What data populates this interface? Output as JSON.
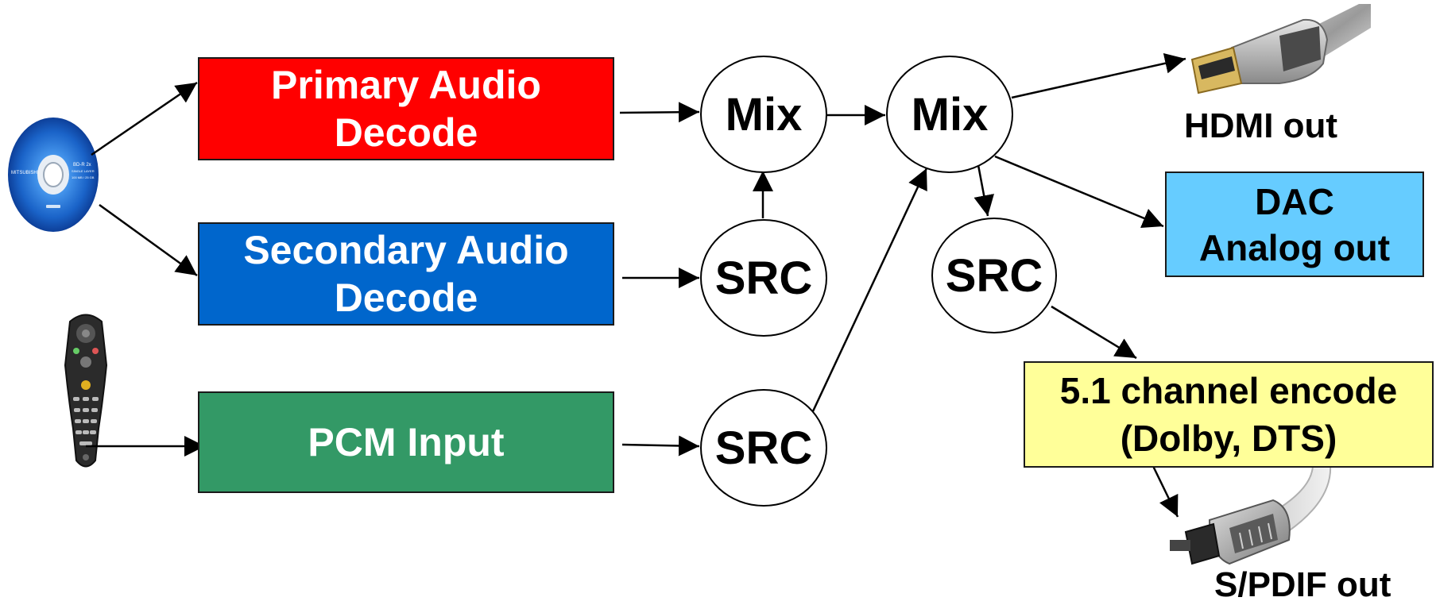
{
  "sources": {
    "disc": {
      "icon": "blu-ray-disc-icon",
      "logo_text": "MITSUBISHI",
      "label_text": [
        "BD-R 2x",
        "SINGLE LAYER",
        "100 MB / 25 GB"
      ]
    },
    "remote": {
      "icon": "tv-remote-icon"
    }
  },
  "decoders": {
    "primary": {
      "lines": [
        "Primary Audio",
        "Decode"
      ],
      "color": "#ff0000"
    },
    "secondary": {
      "lines": [
        "Secondary Audio",
        "Decode"
      ],
      "color": "#0066cc"
    },
    "pcm": {
      "lines": [
        "PCM Input"
      ],
      "color": "#339966"
    }
  },
  "nodes": {
    "mix_1": "Mix",
    "mix_2": "Mix",
    "src_secondary": "SRC",
    "src_pcm": "SRC",
    "src_output": "SRC"
  },
  "outputs": {
    "hdmi": {
      "label": "HDMI out",
      "icon": "hdmi-connector-icon"
    },
    "dac": {
      "lines": [
        "DAC",
        "Analog out"
      ],
      "color": "#66ccff"
    },
    "encode": {
      "lines": [
        "5.1 channel encode",
        "(Dolby, DTS)"
      ],
      "color": "#ffff99"
    },
    "spdif": {
      "label": "S/PDIF out",
      "icon": "optical-toslink-connector-icon"
    }
  },
  "colors": {
    "text_on_dark": "#ffffff",
    "text_on_light": "#000000",
    "arrow": "#000000"
  }
}
